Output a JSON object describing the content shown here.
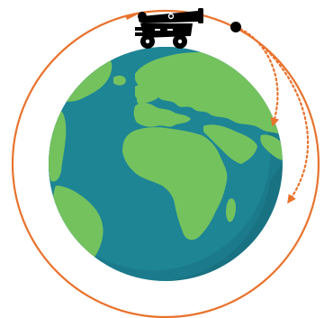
{
  "diagram": {
    "subject": "newtons-cannonball",
    "elements": {
      "earth": {
        "icon": "earth-globe-icon"
      },
      "cannon": {
        "icon": "cannon-icon"
      },
      "cannonball": {
        "icon": "cannonball-icon"
      },
      "orbit_path": {
        "style": "solid",
        "arrow": "clockwise"
      },
      "short_trajectories": {
        "style": "dotted",
        "count": 2
      }
    },
    "colors": {
      "ocean": "#1b7b8c",
      "ocean_shadow": "#156776",
      "land": "#74c25e",
      "land_shadow": "#5faa4c",
      "orbit": "#e8732d",
      "cannon": "#000000",
      "background": "#ffffff"
    }
  }
}
